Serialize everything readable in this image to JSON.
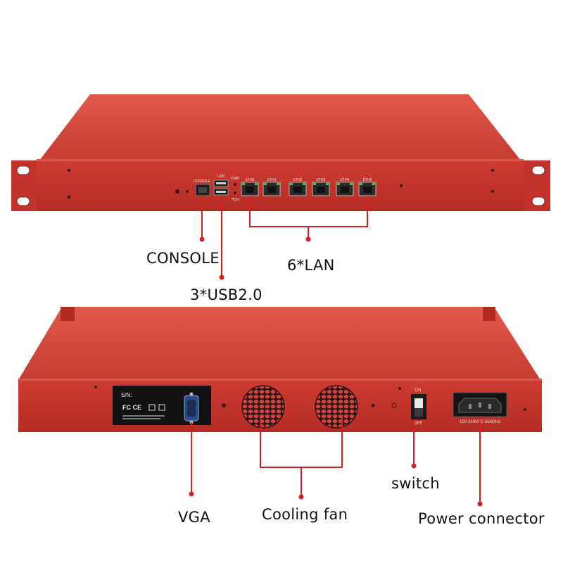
{
  "front_panel": {
    "console_port_label": "CONSOLE",
    "usb_label": "USB",
    "led_labels": [
      "PWR",
      "HDD"
    ],
    "eth_labels": [
      "ETH0",
      "ETH1",
      "ETH2",
      "ETH3",
      "ETH4",
      "ETH5"
    ]
  },
  "back_panel": {
    "sn_label": "S/N:",
    "cert_marks": "FC CE",
    "switch_label_on": "ON",
    "switch_label_off": "OFF",
    "power_rating": "100-240VAC 50/60Hz"
  },
  "callouts": {
    "console": "CONSOLE",
    "usb": "3*USB2.0",
    "lan": "6*LAN",
    "vga": "VGA",
    "fan": "Cooling fan",
    "switch": "switch",
    "power": "Power connector"
  },
  "colors": {
    "chassis_red": "#c8352c",
    "chassis_top": "#d8493e",
    "panel_face": "#c5332a",
    "leader_line": "#d42020",
    "port_dark": "#2a2a2a",
    "port_green": "#5fb85a"
  }
}
